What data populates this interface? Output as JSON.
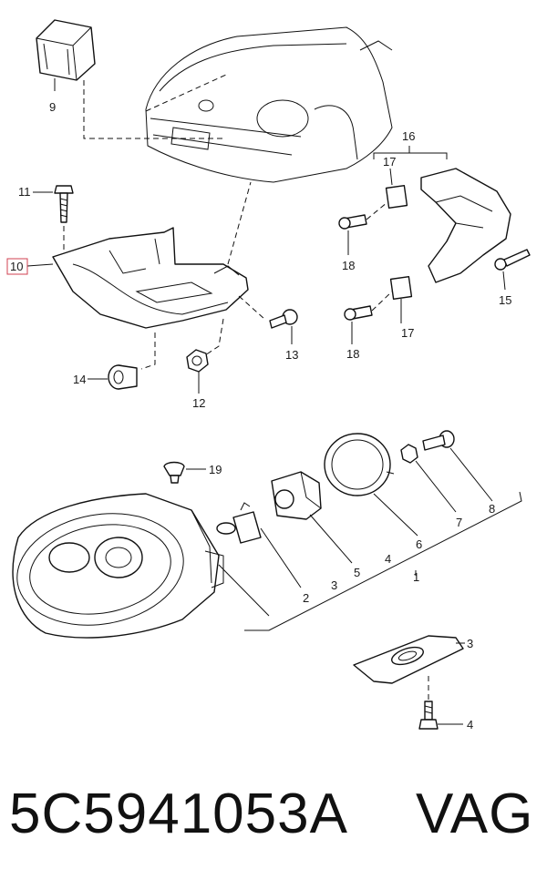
{
  "callouts": {
    "c1": "1",
    "c2": "2",
    "c3a": "3",
    "c3b": "3",
    "c4a": "4",
    "c4b": "4",
    "c5": "5",
    "c6": "6",
    "c7": "7",
    "c8": "8",
    "c9": "9",
    "c10": "10",
    "c11": "11",
    "c12": "12",
    "c13": "13",
    "c14": "14",
    "c15": "15",
    "c16": "16",
    "c17a": "17",
    "c17b": "17",
    "c18a": "18",
    "c18b": "18",
    "c19": "19"
  },
  "highlighted_callout": "10",
  "highlight_color": "#d04050",
  "caption": {
    "part_number": "5C5941053A",
    "brand": "VAG"
  }
}
